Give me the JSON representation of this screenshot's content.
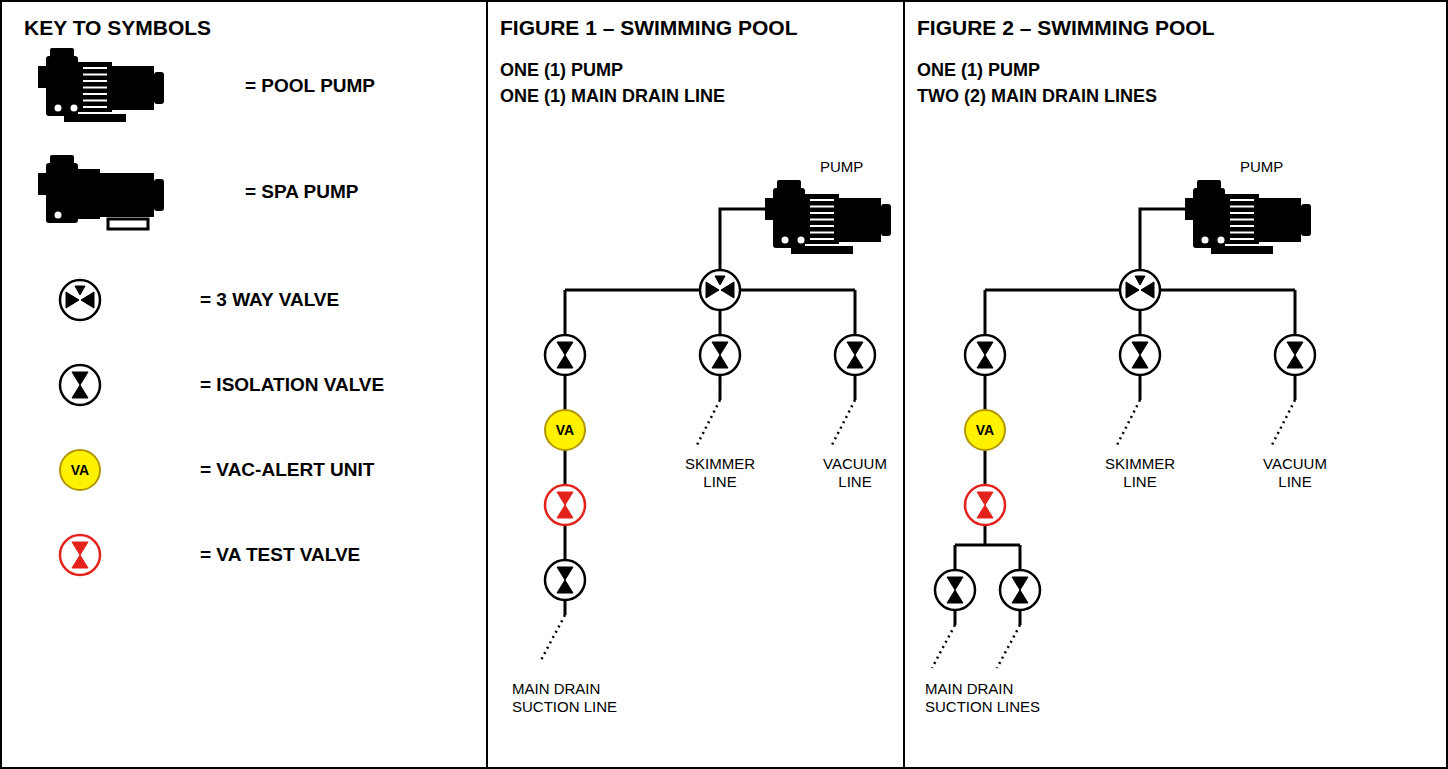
{
  "diagram": {
    "nodes": [
      {
        "text": [
          "KEY TO SYMBOLS"
        ]
      },
      {
        "text": [
          "VA"
        ],
        "in": 0
      },
      {
        "text": [
          "FIGURE 1 – SWIMMING POOL",
          "ONE (1) PUMP",
          "ONE (1) MAIN DRAIN LINE"
        ]
      },
      {
        "text": [
          "VA"
        ],
        "in": 2
      },
      {
        "text": [
          "FIGURE 2 – SWIMMING POOL",
          "ONE (1) PUMP",
          "TWO (2) MAIN DRAIN LINES"
        ]
      },
      {
        "text": [
          "VA"
        ],
        "in": 4
      }
    ],
    "labels": [
      "PUMP",
      "SKIMMER LINE",
      "VACUUM LINE",
      "MAIN DRAIN SUCTION LINE",
      "PUMP",
      "SKIMMER LINE",
      "VACUUM LINE",
      "MAIN DRAIN SUCTION LINES"
    ],
    "legend": [
      {
        "text": "= POOL PUMP"
      },
      {
        "text": "= SPA PUMP"
      },
      {
        "text": "= 3 WAY VALVE"
      },
      {
        "text": "= ISOLATION VALVE"
      },
      {
        "text": "= VAC-ALERT UNIT"
      },
      {
        "text": "= VA TEST VALVE"
      }
    ]
  }
}
